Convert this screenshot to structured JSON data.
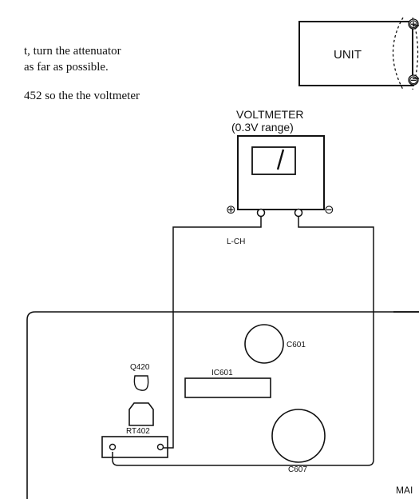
{
  "text": {
    "line1": "t, turn the attenuator",
    "line2": "as far as possible.",
    "line3": "452 so the the voltmeter"
  },
  "unit_box": {
    "label": "UNIT",
    "plus_symbol": "⊕",
    "minus_symbol": "⊖"
  },
  "voltmeter": {
    "title": "VOLTMETER",
    "range": "(0.3V range)",
    "plus_symbol": "⊕",
    "minus_symbol": "⊖"
  },
  "labels": {
    "channel": "L-CH",
    "transistor": "Q420",
    "ic": "IC601",
    "resistor": "RT402",
    "capacitor1": "C601",
    "capacitor2": "C607",
    "board_edge": "MAI"
  }
}
